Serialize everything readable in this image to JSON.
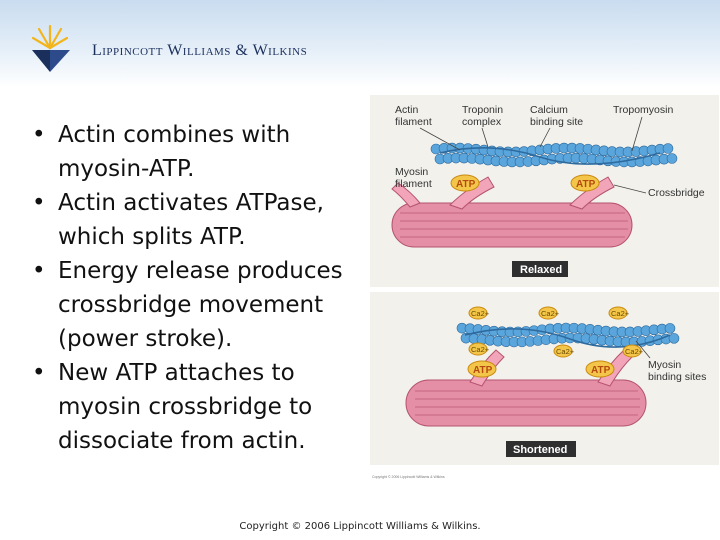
{
  "brand": {
    "name": "Lippincott Williams & Wilkins"
  },
  "bullets": [
    "Actin combines with myosin-ATP.",
    "Actin activates ATPase, which splits ATP.",
    "Energy release produces crossbridge movement (power stroke).",
    "New ATP attaches to myosin crossbridge to dissociate from actin."
  ],
  "bullet_symbol": "•",
  "figure": {
    "top": {
      "actin_label_1": "Actin",
      "actin_label_2": "filament",
      "troponin_label_1": "Troponin",
      "troponin_label_2": "complex",
      "calcium_label_1": "Calcium",
      "calcium_label_2": "binding site",
      "tropomyosin_label": "Tropomyosin",
      "myosin_label_1": "Myosin",
      "myosin_label_2": "filament",
      "crossbridge_label": "Crossbridge",
      "atp_1": "ATP",
      "atp_2": "ATP",
      "state": "Relaxed"
    },
    "bottom": {
      "ca_labels": [
        "Ca2+",
        "Ca2+",
        "Ca2+",
        "Ca2+",
        "Ca2+",
        "Ca2+"
      ],
      "atp_1": "ATP",
      "atp_2": "ATP",
      "binding_label_1": "Myosin",
      "binding_label_2": "binding sites",
      "state": "Shortened"
    },
    "fine_print": "Copyright © 2006 Lippincott Williams & Wilkins"
  },
  "footer": "Copyright © 2006 Lippincott Williams & Wilkins.",
  "colors": {
    "actin": "#5aa6dc",
    "myosin": "#e58fa6",
    "atp": "#f3c64a",
    "badge": "#2f2f2f"
  }
}
